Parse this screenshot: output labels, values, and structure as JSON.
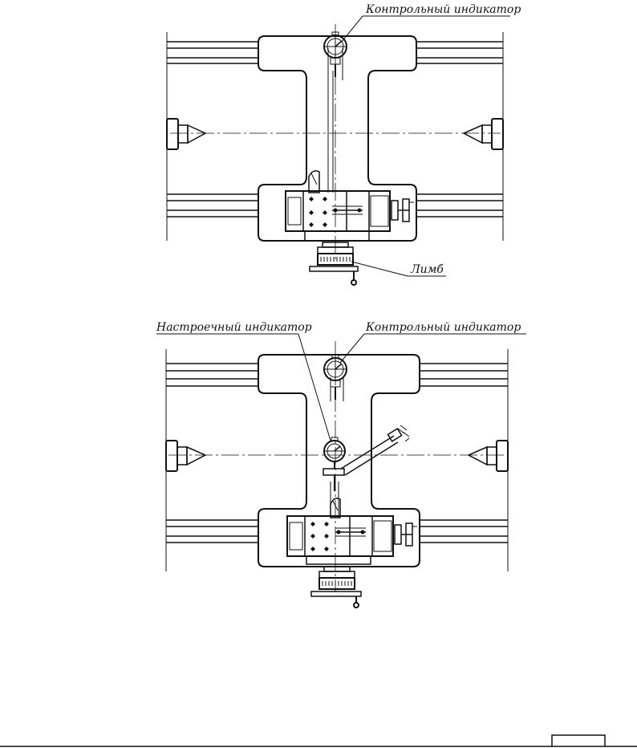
{
  "figure_top": {
    "labels": {
      "control_indicator": "Контрольный индикатор",
      "limb": "Лимб"
    }
  },
  "figure_bottom": {
    "labels": {
      "setup_indicator": "Настроечный индикатор",
      "control_indicator": "Контрольный индикатор"
    }
  },
  "colors": {
    "ink": "#111111",
    "paper": "#ffffff"
  }
}
